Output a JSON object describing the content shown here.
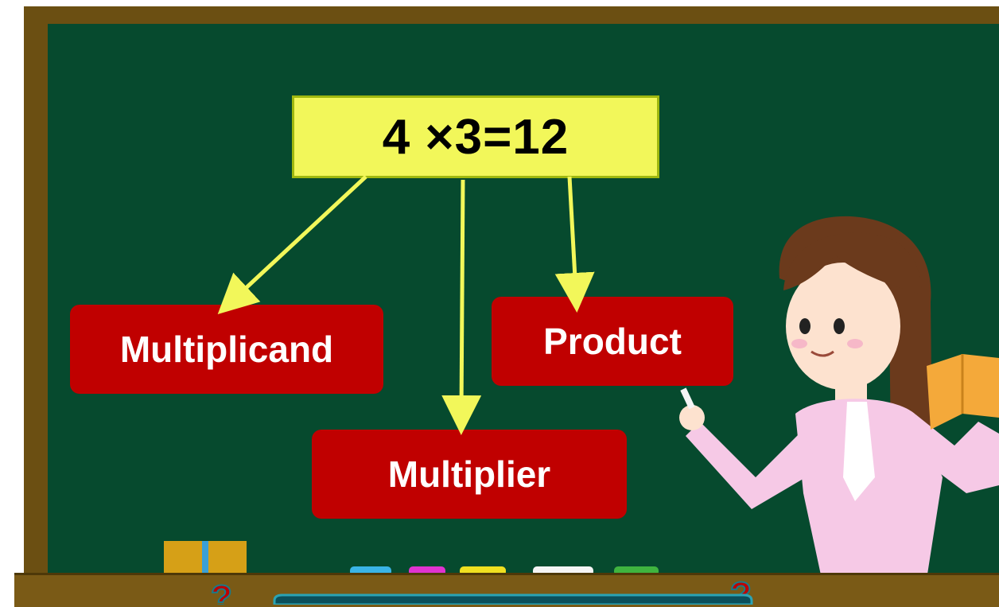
{
  "equation": "4 ×3=12",
  "terms": {
    "multiplicand": "Multiplicand",
    "product": "Product",
    "multiplier": "Multiplier"
  },
  "colors": {
    "board": "#064a2e",
    "frame": "#6b4f12",
    "equation_box": "#f2f75a",
    "term_box": "#c00000",
    "arrow": "#f2f75a"
  },
  "icons": [
    "teacher-illustration",
    "chalk-icon",
    "book-icon",
    "eraser-icon",
    "question-mark-icon"
  ]
}
